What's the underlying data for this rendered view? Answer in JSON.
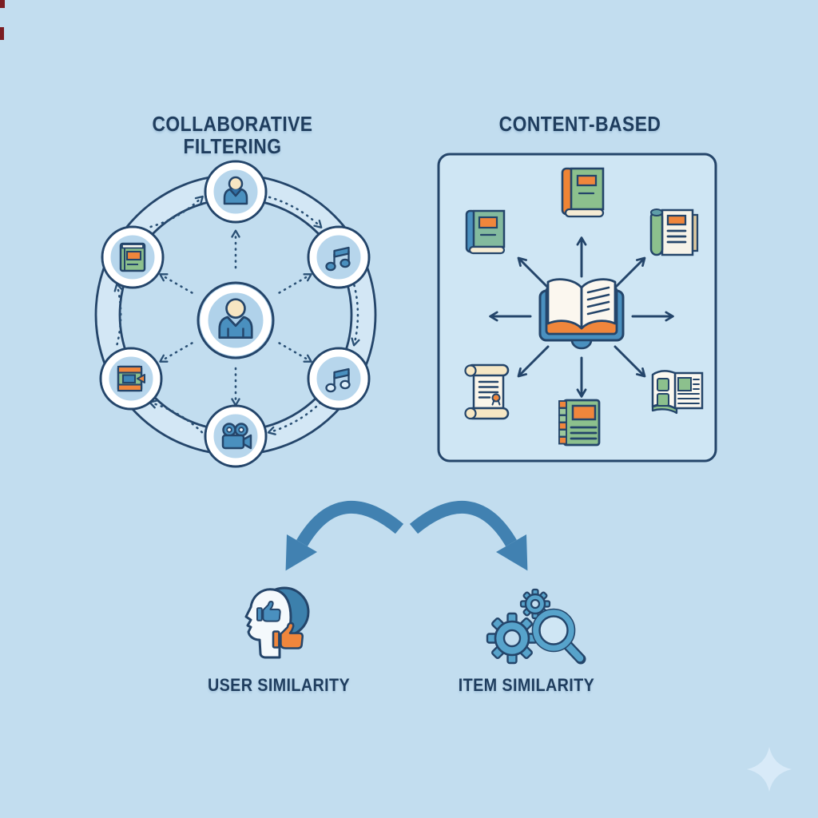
{
  "collaborative": {
    "title_line1": "COLLABORATIVE",
    "title_line2": "FILTERING",
    "center_icon": "user-profile-icon",
    "ring_nodes": [
      {
        "position": "top",
        "icon": "user-icon"
      },
      {
        "position": "upper-right",
        "icon": "music-note-icon"
      },
      {
        "position": "lower-right",
        "icon": "music-note-icon"
      },
      {
        "position": "bottom",
        "icon": "movie-camera-icon"
      },
      {
        "position": "lower-left",
        "icon": "video-tape-icon"
      },
      {
        "position": "upper-left",
        "icon": "book-icon"
      }
    ]
  },
  "content_based": {
    "title": "CONTENT-BASED",
    "center_icon": "open-book-icon",
    "items": [
      {
        "position": "top",
        "icon": "green-book-icon"
      },
      {
        "position": "top-right",
        "icon": "rolled-document-icon"
      },
      {
        "position": "bottom-right",
        "icon": "magazine-icon"
      },
      {
        "position": "bottom",
        "icon": "notebook-icon"
      },
      {
        "position": "bottom-left",
        "icon": "scroll-certificate-icon"
      },
      {
        "position": "top-left",
        "icon": "teal-book-icon"
      }
    ]
  },
  "bottom": {
    "user_similarity": {
      "label": "USER SIMILARITY",
      "icon": "head-profile-thumbs-up-icon"
    },
    "item_similarity": {
      "label": "ITEM SIMILARITY",
      "icon": "gears-magnifier-icon"
    }
  },
  "colors": {
    "background": "#c2ddef",
    "navy_outline": "#24456a",
    "title_text": "#1f3d5e",
    "blue_fill": "#4a90bf",
    "ring_band": "#d3e7f5",
    "node_interior": "#b7d6ec",
    "green": "#8cc08d",
    "teal_green": "#83ba9e",
    "orange": "#f0863c",
    "cream": "#f6e7c4",
    "skin": "#f7e6c2",
    "panel_fill": "#cfe6f4",
    "swoosh_arrow": "#4181b1",
    "gear_blue": "#57a3cb",
    "sparkle": "#d8eaf8",
    "edge_artifact_red": "#7b1d22"
  }
}
